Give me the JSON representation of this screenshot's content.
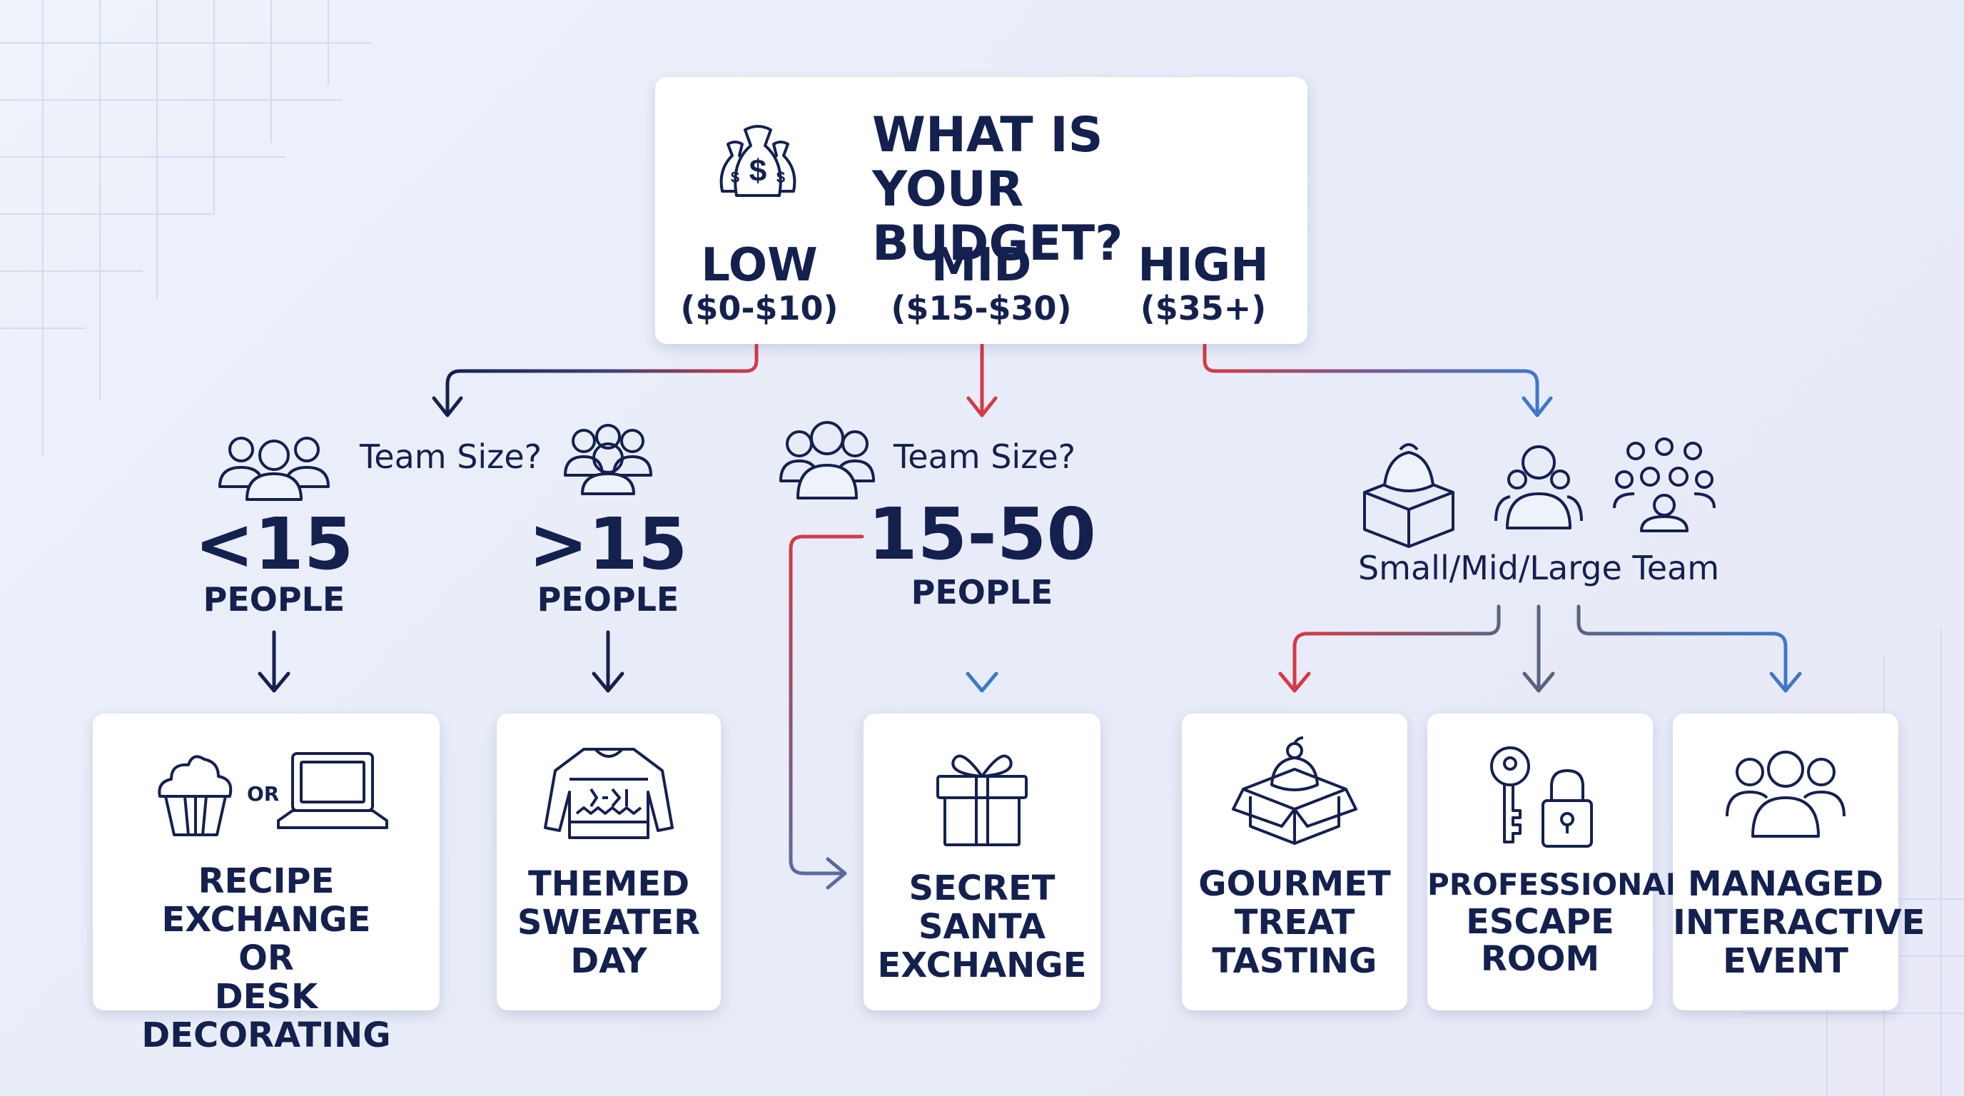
{
  "budget": {
    "question": "WHAT IS YOUR BUDGET?",
    "tiers": [
      {
        "name": "LOW",
        "range": "($0-$10)"
      },
      {
        "name": "MID",
        "range": "($15-$30)"
      },
      {
        "name": "HIGH",
        "range": "($35+)"
      }
    ],
    "icon": "money-bags-icon"
  },
  "low_branch": {
    "question": "Team Size?",
    "small": {
      "value": "<15",
      "unit": "PEOPLE"
    },
    "large": {
      "value": ">15",
      "unit": "PEOPLE"
    }
  },
  "mid_branch": {
    "question": "Team Size?",
    "range": {
      "value": "15-50",
      "unit": "PEOPLE"
    }
  },
  "high_branch": {
    "label": "Small/Mid/Large Team"
  },
  "outcomes": {
    "recipe": {
      "lines": [
        "RECIPE EXCHANGE",
        "OR",
        "DESK DECORATING"
      ],
      "or": "OR",
      "icons": [
        "cupcake-icon",
        "laptop-icon"
      ]
    },
    "sweater": {
      "lines": [
        "THEMED",
        "SWEATER",
        "DAY"
      ],
      "icon": "sweater-icon"
    },
    "santa": {
      "lines": [
        "SECRET",
        "SANTA",
        "EXCHANGE"
      ],
      "icon": "gift-icon"
    },
    "gourmet": {
      "lines": [
        "GOURMET",
        "TREAT",
        "TASTING"
      ],
      "icon": "treat-box-icon"
    },
    "escape": {
      "lines": [
        "PROFESSIONAL",
        "ESCAPE",
        "ROOM"
      ],
      "icon": "key-lock-icon"
    },
    "managed": {
      "lines": [
        "MANAGED",
        "INTERACTIVE",
        "EVENT"
      ],
      "icon": "team-icon"
    }
  },
  "colors": {
    "navy": "#14214f",
    "red": "#d43a45",
    "blue": "#3f78c6",
    "slate": "#5a6282"
  }
}
